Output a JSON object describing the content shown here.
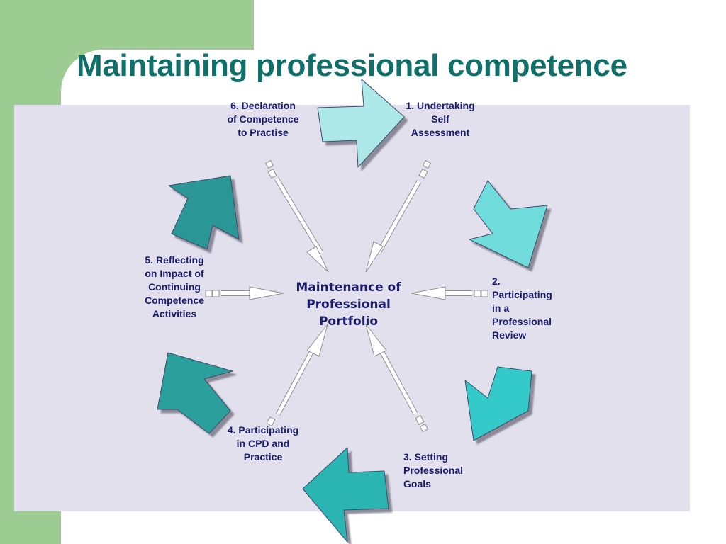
{
  "slide": {
    "title": "Maintaining professional competence"
  },
  "diagram": {
    "center": "Maintenance of Professional Portfolio",
    "steps": [
      {
        "label": "1. Undertaking Self Assessment"
      },
      {
        "label": "2. Participating in a Professional Review"
      },
      {
        "label": "3. Setting Professional Goals"
      },
      {
        "label": "4. Participating in CPD and Practice"
      },
      {
        "label": "5. Reflecting on Impact of Continuing Competence Activities"
      },
      {
        "label": "6. Declaration of Competence to Practise"
      }
    ],
    "arrow_colors": [
      "#aee9e9",
      "#6fdcdc",
      "#34caca",
      "#2ab5b3",
      "#2a9f9b",
      "#2a9696"
    ]
  }
}
